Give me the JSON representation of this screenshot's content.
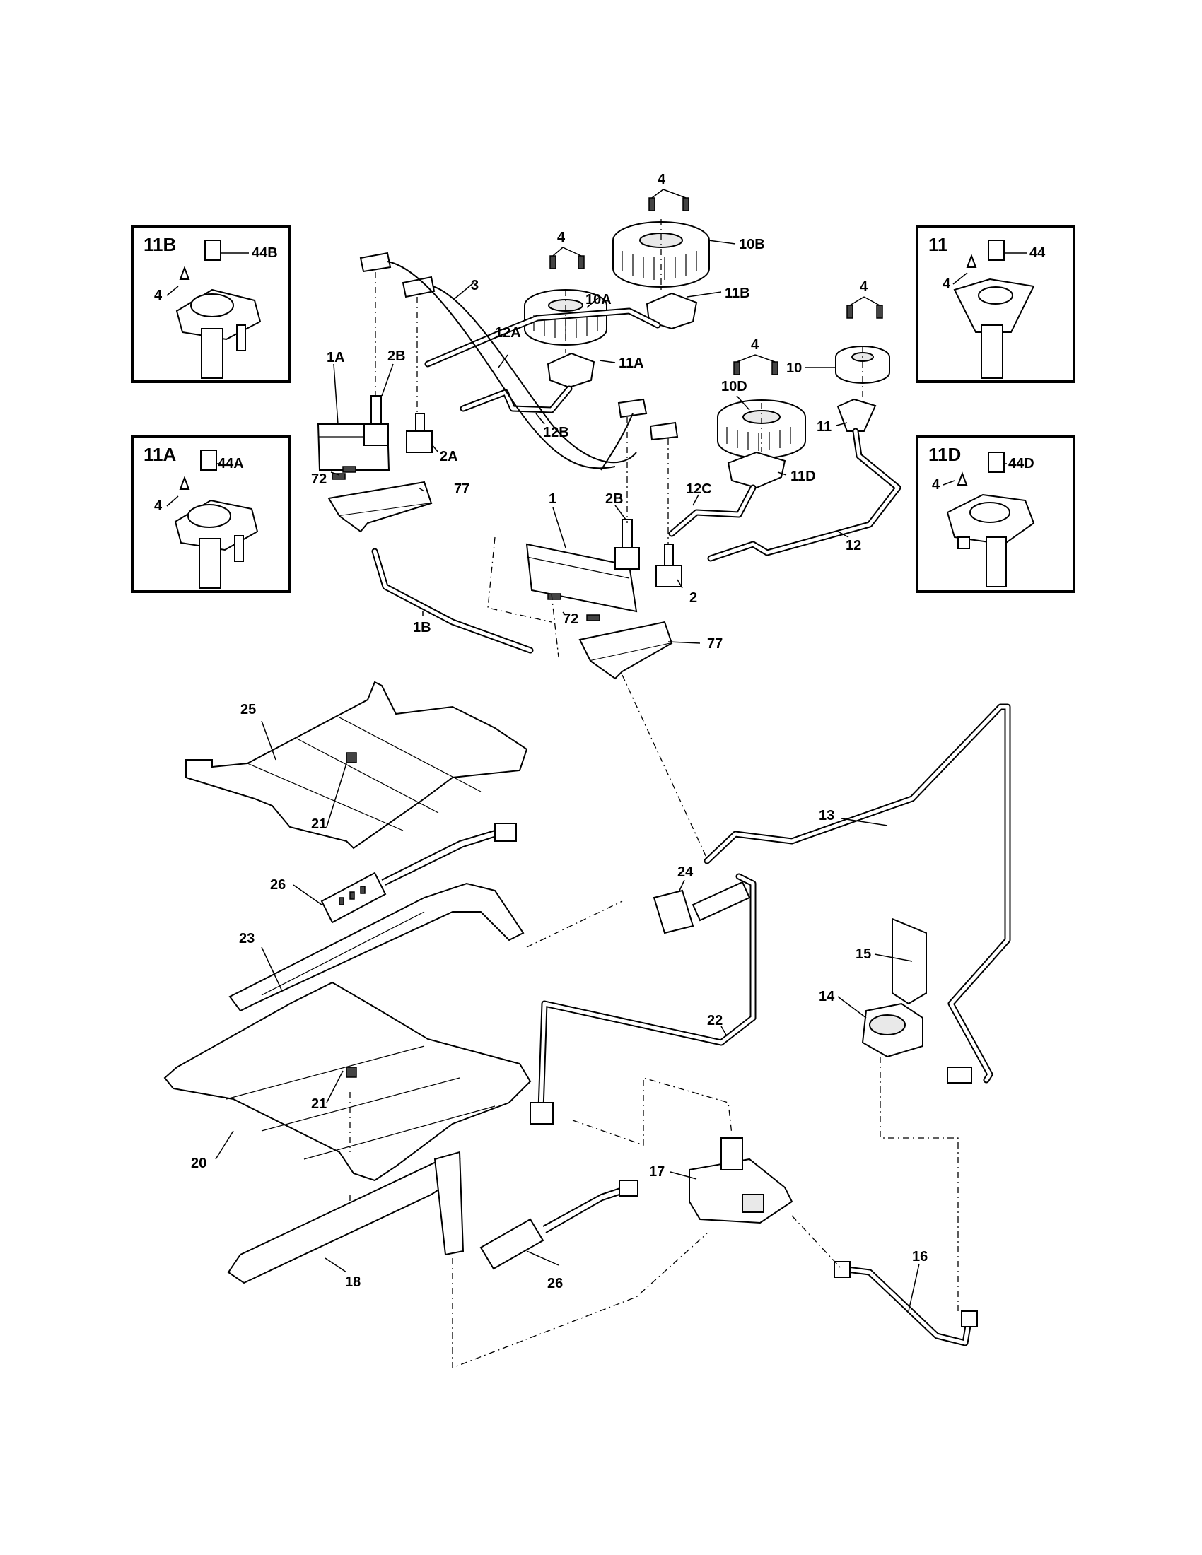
{
  "insets": [
    {
      "title": "11B",
      "labels": [
        "44B",
        "4"
      ]
    },
    {
      "title": "11A",
      "labels": [
        "44A",
        "4"
      ]
    },
    {
      "title": "11",
      "labels": [
        "44",
        "4"
      ]
    },
    {
      "title": "11D",
      "labels": [
        "44D",
        "4"
      ]
    }
  ],
  "labels": {
    "p4a": "4",
    "p4b": "4",
    "p4c": "4",
    "p4d": "4",
    "p10b": "10B",
    "p10a": "10A",
    "p11b": "11B",
    "p11a": "11A",
    "p10": "10",
    "p11": "11",
    "p10d": "10D",
    "p11d": "11D",
    "p3": "3",
    "p12a": "12A",
    "p12b": "12B",
    "p12c": "12C",
    "p12": "12",
    "p1a": "1A",
    "p2b1": "2B",
    "p2a": "2A",
    "p72a": "72",
    "p77a": "77",
    "p1": "1",
    "p2b2": "2B",
    "p2": "2",
    "p72b": "72",
    "p77b": "77",
    "p1b": "1B",
    "p25": "25",
    "p21a": "21",
    "p13": "13",
    "p26a": "26",
    "p24": "24",
    "p23": "23",
    "p15": "15",
    "p14": "14",
    "p22": "22",
    "p21b": "21",
    "p20": "20",
    "p17": "17",
    "p18": "18",
    "p26b": "26",
    "p16": "16"
  }
}
